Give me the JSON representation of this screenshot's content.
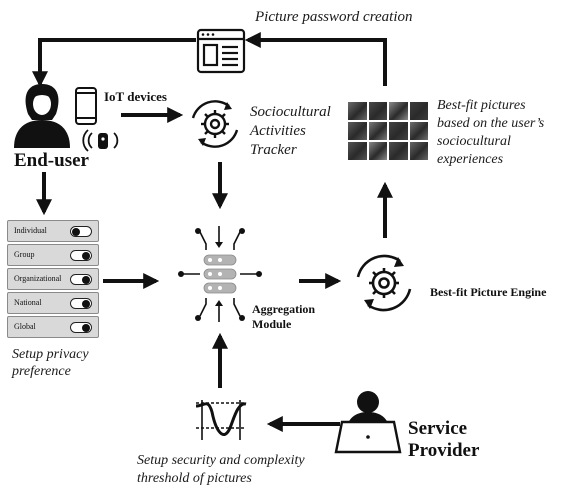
{
  "labels": {
    "picture_password_creation": "Picture password creation",
    "iot_devices": "IoT devices",
    "end_user": "End-user",
    "tracker": [
      "Sociocultural",
      "Activities",
      "Tracker"
    ],
    "best_fit_pictures": [
      "Best-fit pictures",
      "based on the user’s",
      "sociocultural",
      "experiences"
    ],
    "engine": "Best-fit Picture Engine",
    "aggregation": [
      "Aggregation",
      "Module"
    ],
    "privacy_caption": [
      "Setup privacy",
      "preference"
    ],
    "service_provider": [
      "Service",
      "Provider"
    ],
    "threshold_caption": [
      "Setup security and complexity",
      "threshold of pictures"
    ]
  },
  "privacy_levels": [
    {
      "label": "Individual",
      "state": "off"
    },
    {
      "label": "Group",
      "state": "on"
    },
    {
      "label": "Organizational",
      "state": "on"
    },
    {
      "label": "National",
      "state": "on"
    },
    {
      "label": "Global",
      "state": "on"
    }
  ],
  "photo_tones": [
    "#6b6b6b",
    "#4a4a4a",
    "#8a8a8a",
    "#3d3d3d",
    "#5c5c5c",
    "#7a7a7a",
    "#444444",
    "#6f6f6f",
    "#555555",
    "#888888",
    "#4f4f4f",
    "#666666"
  ],
  "colors": {
    "ink": "#111111",
    "panel": "#d9d9d9",
    "node_grey": "#b3b3b3"
  }
}
